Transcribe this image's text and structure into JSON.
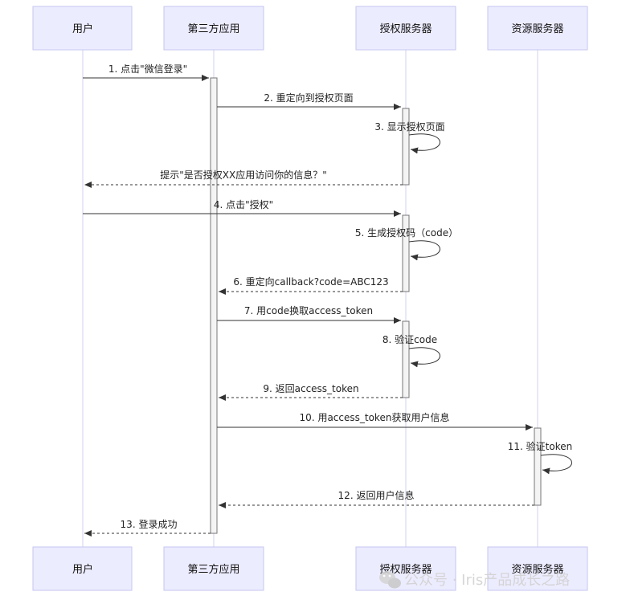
{
  "actors": [
    {
      "id": "user",
      "label": "用户"
    },
    {
      "id": "third",
      "label": "第三方应用"
    },
    {
      "id": "auth",
      "label": "授权服务器"
    },
    {
      "id": "resource",
      "label": "资源服务器"
    }
  ],
  "messages": [
    {
      "text": "1. 点击\"微信登录\"",
      "from": "user",
      "to": "third",
      "style": "solid"
    },
    {
      "text": "2. 重定向到授权页面",
      "from": "third",
      "to": "auth",
      "style": "solid"
    },
    {
      "text": "3. 显示授权页面",
      "from": "auth",
      "to": "auth",
      "style": "self"
    },
    {
      "text": "提示\"是否授权XX应用访问你的信息？\"",
      "from": "auth",
      "to": "user",
      "style": "dashed"
    },
    {
      "text": "4. 点击\"授权\"",
      "from": "user",
      "to": "auth",
      "style": "solid"
    },
    {
      "text": "5. 生成授权码（code）",
      "from": "auth",
      "to": "auth",
      "style": "self"
    },
    {
      "text": "6. 重定向callback?code=ABC123",
      "from": "auth",
      "to": "third",
      "style": "dashed"
    },
    {
      "text": "7. 用code换取access_token",
      "from": "third",
      "to": "auth",
      "style": "solid"
    },
    {
      "text": "8. 验证code",
      "from": "auth",
      "to": "auth",
      "style": "self"
    },
    {
      "text": "9. 返回access_token",
      "from": "auth",
      "to": "third",
      "style": "dashed"
    },
    {
      "text": "10. 用access_token获取用户信息",
      "from": "third",
      "to": "resource",
      "style": "solid"
    },
    {
      "text": "11. 验证token",
      "from": "resource",
      "to": "resource",
      "style": "self"
    },
    {
      "text": "12. 返回用户信息",
      "from": "resource",
      "to": "third",
      "style": "dashed"
    },
    {
      "text": "13. 登录成功",
      "from": "third",
      "to": "user",
      "style": "dashed"
    }
  ],
  "watermark": {
    "text": "公众号 · Iris产品成长之路",
    "icon": "wechat-icon"
  },
  "colors": {
    "actor_fill": "#ececff",
    "actor_border": "#c6c6f0",
    "lifeline": "#d9d9f2",
    "arrow": "#333333"
  }
}
